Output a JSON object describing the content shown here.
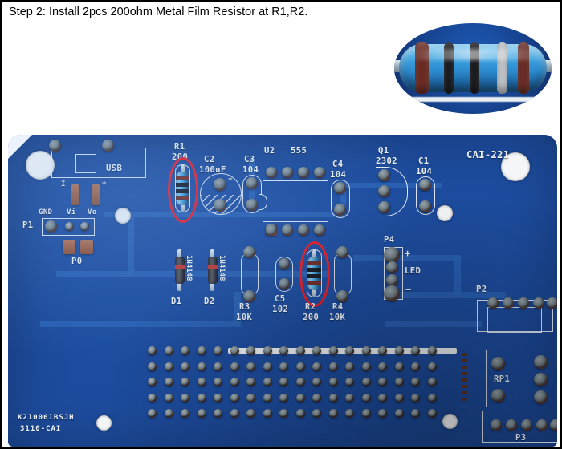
{
  "instruction": {
    "text": "Step 2: Install 2pcs 200ohm Metal Film Resistor at R1,R2."
  },
  "photo": {
    "name": "metal-film-resistor-closeup",
    "band_colors": [
      "#7a2b24",
      "#1c1c20",
      "#7a2b24",
      "#c9cdd2",
      "#2b2f34"
    ],
    "body_color": "#3ba2e0"
  },
  "pcb": {
    "board_color": "#1d4c9e",
    "silkscreen_color": "#eef3f8",
    "board_id": "CAI-221",
    "batch_code_line1": "K210061BSJH",
    "batch_code_line2": "3110-CAI",
    "connectors": {
      "usb": "USB",
      "p1": "P1",
      "p0": "P0",
      "p2": "P2",
      "p3": "P3",
      "p4": "P4",
      "rp1": "RP1",
      "led": "LED",
      "gnd": "GND",
      "vi": "Vi",
      "vo": "Vo",
      "plus": "+",
      "minus": "−",
      "pol_minus": "I",
      "pol_plus": "+",
      "led_plus": "+",
      "led_minus": "−"
    },
    "components": [
      {
        "ref": "R1",
        "value": "200",
        "type": "resistor",
        "highlighted": true
      },
      {
        "ref": "C2",
        "value": "100uF",
        "type": "capacitor",
        "highlighted": false
      },
      {
        "ref": "C3",
        "value": "104",
        "type": "capacitor",
        "highlighted": false
      },
      {
        "ref": "U2",
        "value": "555",
        "type": "ic",
        "highlighted": false
      },
      {
        "ref": "C4",
        "value": "104",
        "type": "capacitor",
        "highlighted": false
      },
      {
        "ref": "Q1",
        "value": "2302",
        "type": "transistor",
        "highlighted": false
      },
      {
        "ref": "C1",
        "value": "104",
        "type": "capacitor",
        "highlighted": false
      },
      {
        "ref": "D1",
        "value": "1N4148",
        "type": "diode",
        "highlighted": false
      },
      {
        "ref": "D2",
        "value": "1N4148",
        "type": "diode",
        "highlighted": false
      },
      {
        "ref": "R3",
        "value": "10K",
        "type": "resistor",
        "highlighted": false
      },
      {
        "ref": "C5",
        "value": "102",
        "type": "capacitor",
        "highlighted": false
      },
      {
        "ref": "R2",
        "value": "200",
        "type": "resistor",
        "highlighted": true
      },
      {
        "ref": "R4",
        "value": "10K",
        "type": "resistor",
        "highlighted": false
      }
    ],
    "highlight_color": "#ec1b23",
    "prototype_grid": {
      "columns": 18,
      "rows": 5
    }
  }
}
